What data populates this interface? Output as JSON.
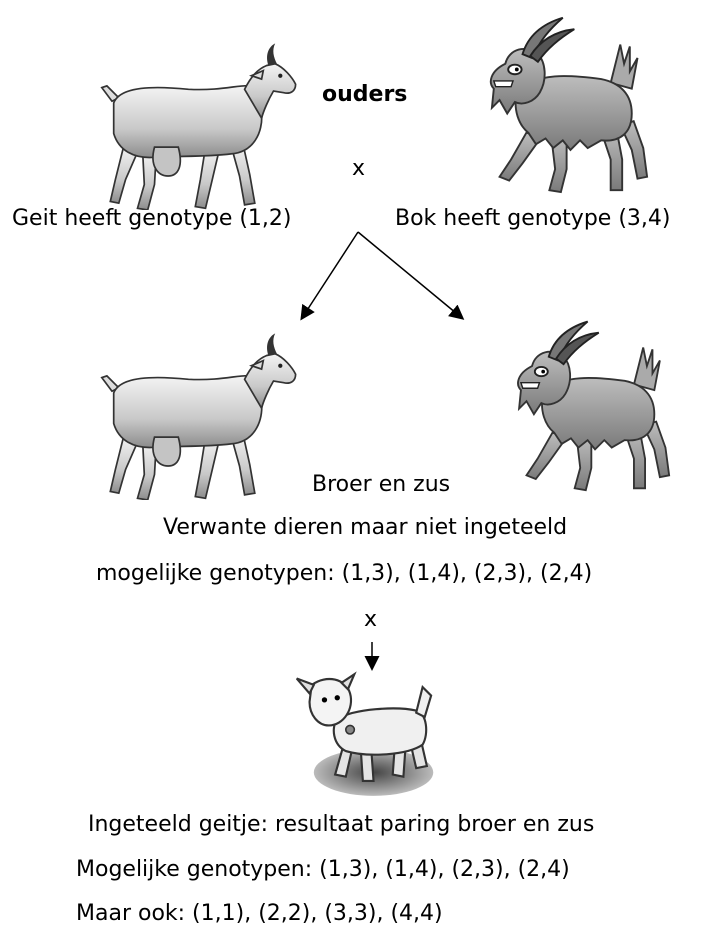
{
  "parents": {
    "heading": "ouders",
    "cross": "x",
    "female_label": "Geit heeft genotype (1,2)",
    "male_label": "Bok heeft genotype (3,4)",
    "female_icon": "female-goat-icon",
    "male_icon": "male-goat-icon"
  },
  "offspring": {
    "label": "Broer en zus",
    "description": "Verwante dieren maar niet ingeteeld",
    "genotypes": "mogelijke genotypen: (1,3), (1,4), (2,3), (2,4)",
    "cross": "x",
    "female_icon": "female-goat-icon",
    "male_icon": "male-goat-icon"
  },
  "inbred": {
    "icon": "kid-goat-icon",
    "title": "Ingeteeld geitje: resultaat paring broer en zus",
    "genotypes": "Mogelijke genotypen: (1,3), (1,4), (2,3), (2,4)",
    "extra": "Maar ook: (1,1), (2,2), (3,3), (4,4)"
  }
}
